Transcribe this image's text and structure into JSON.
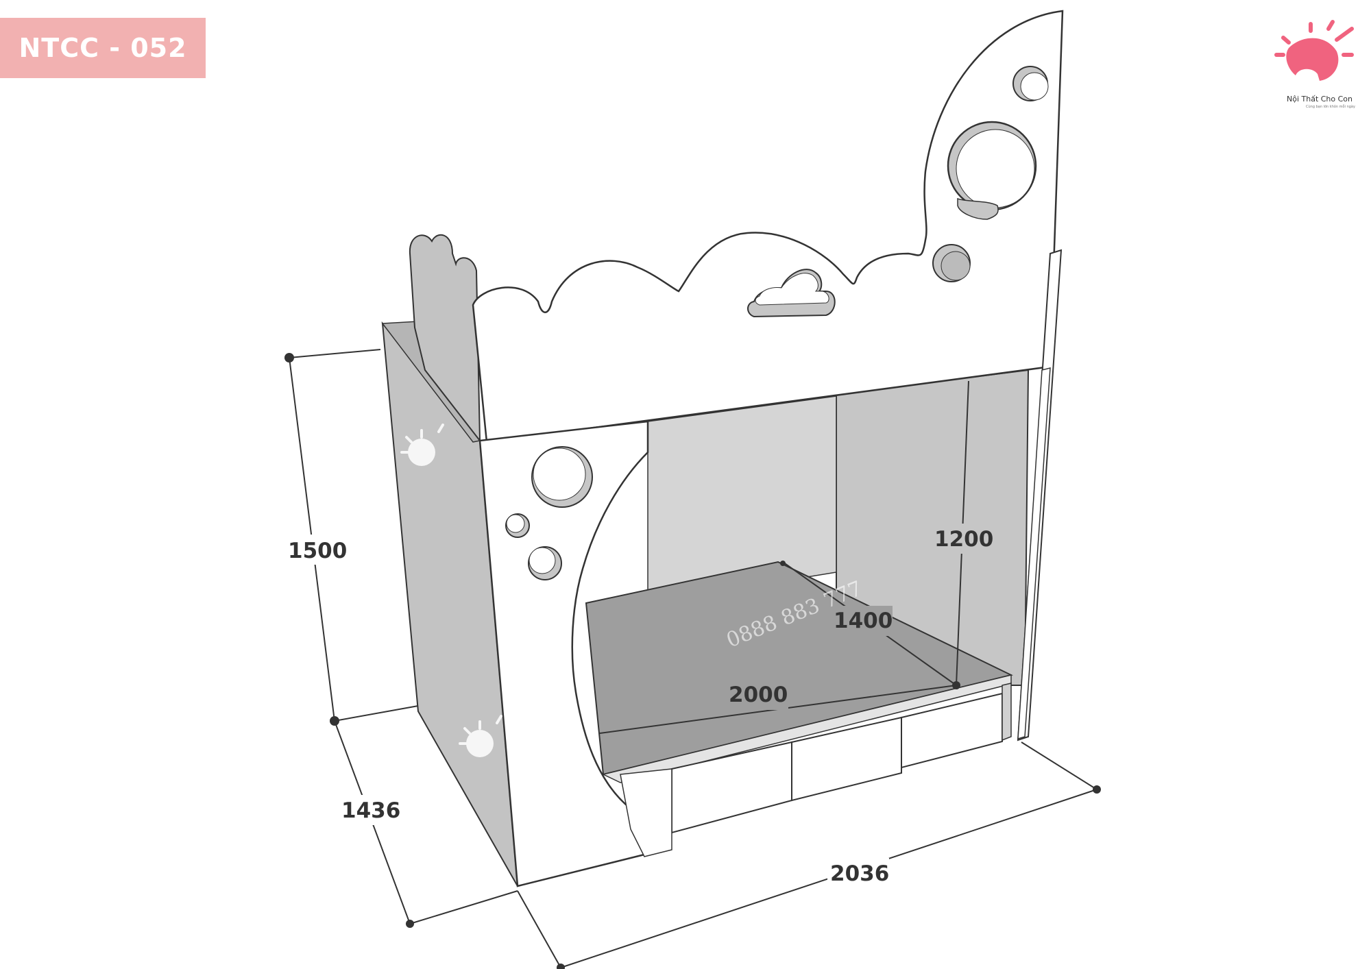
{
  "product_code": "NTCC - 052",
  "brand": {
    "name": "Nội Thất Cho Con",
    "tagline": "Cùng bạn lớn khôn mỗi ngày",
    "color": "#f0637f"
  },
  "dimensions": {
    "height_total": "1500",
    "depth_total": "1436",
    "length_total": "2036",
    "mattress_length": "2000",
    "mattress_width": "1400",
    "lower_clearance": "1200"
  },
  "watermark_phone": "0888 883 777",
  "colors": {
    "badge": "#f2b1b1",
    "panel": "#ffffff",
    "shadow": "#c3c3c3",
    "floor": "#9e9e9e",
    "line": "#333333"
  }
}
